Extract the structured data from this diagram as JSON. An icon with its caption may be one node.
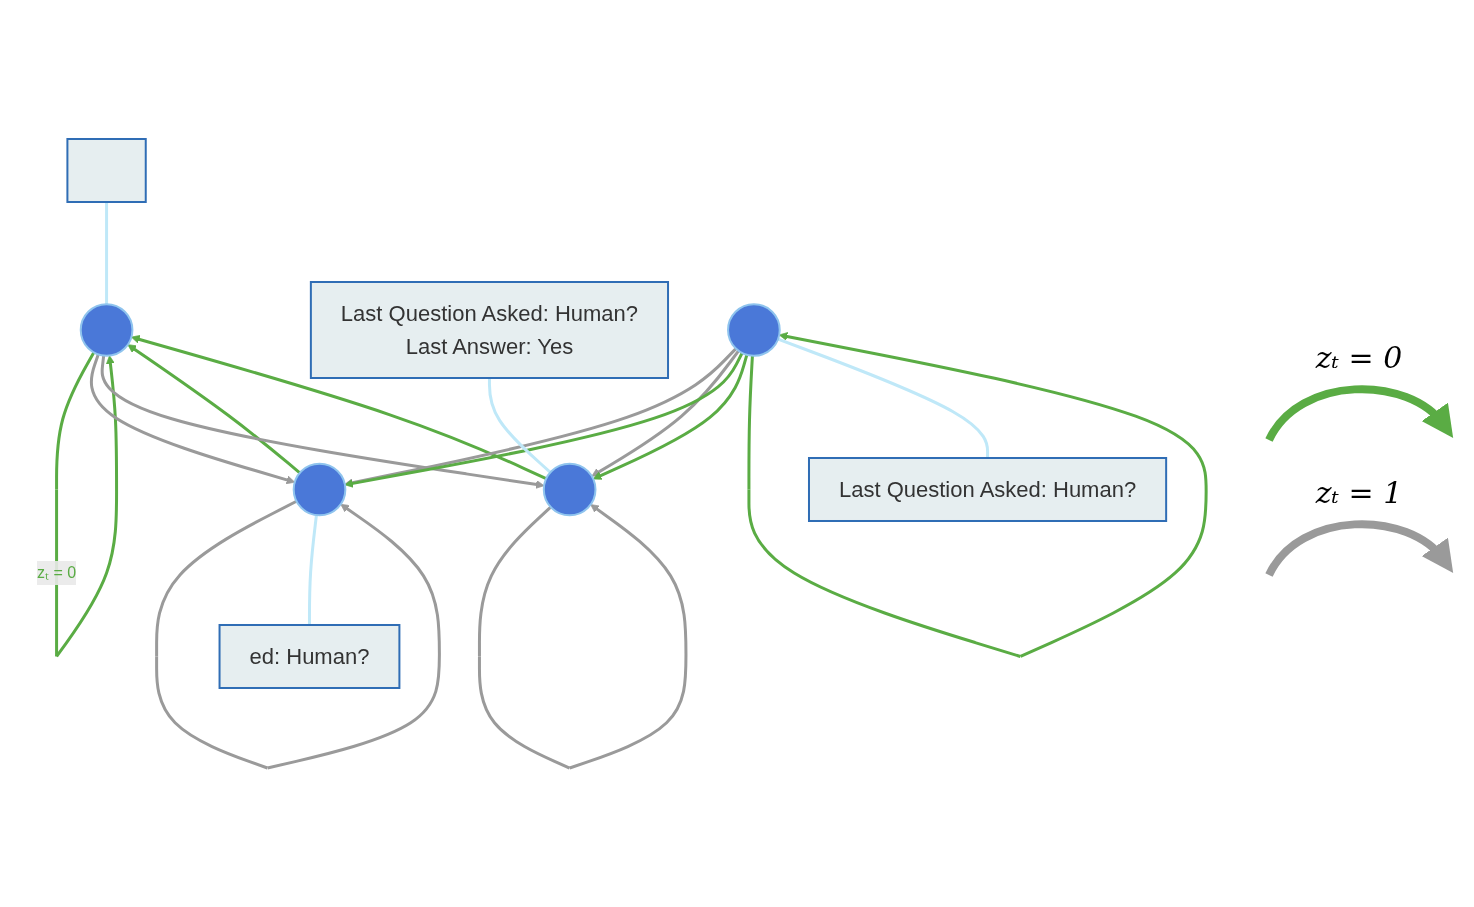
{
  "diagram": {
    "nodes": [
      {
        "text": [],
        "shape": "box"
      },
      {
        "text": [],
        "shape": "circle"
      },
      {
        "text": [
          "Last Question Asked: Human?",
          "Last Answer: Yes"
        ]
      },
      {
        "text": [],
        "shape": "circle"
      },
      {
        "text": [],
        "shape": "circle"
      },
      {
        "text": [
          "ed: Human?"
        ]
      },
      {
        "text": [],
        "shape": "circle"
      },
      {
        "text": [
          "Last Question Asked: Human?"
        ]
      }
    ],
    "edges": [
      {
        "from": 1,
        "to": 1,
        "arrow": "to",
        "label": "zₜ = 0",
        "color": "#5aac44"
      },
      {
        "from": 3,
        "to": 1,
        "arrow": "to",
        "color": "#5aac44"
      },
      {
        "from": 4,
        "to": 1,
        "arrow": "to",
        "color": "#5aac44"
      },
      {
        "from": 1,
        "to": 3,
        "arrow": "to",
        "color": "#9a9a9a"
      },
      {
        "from": 1,
        "to": 4,
        "arrow": "to",
        "color": "#9a9a9a"
      },
      {
        "from": 3,
        "to": 3,
        "arrow": "to",
        "color": "#9a9a9a"
      },
      {
        "from": 4,
        "to": 4,
        "arrow": "to",
        "color": "#9a9a9a"
      },
      {
        "from": 6,
        "to": 3,
        "arrow": "to",
        "color": "#9a9a9a"
      },
      {
        "from": 6,
        "to": 4,
        "arrow": "to",
        "color": "#9a9a9a"
      },
      {
        "from": 6,
        "to": 3,
        "arrow": "to",
        "color": "#5aac44"
      },
      {
        "from": 6,
        "to": 4,
        "arrow": "to",
        "color": "#5aac44"
      },
      {
        "from": 6,
        "to": 6,
        "arrow": "to",
        "color": "#5aac44"
      },
      {
        "from": 0,
        "to": 1,
        "arrow": "none",
        "color": "#bfe8f8"
      },
      {
        "from": 2,
        "to": 4,
        "arrow": "none",
        "color": "#bfe8f8"
      },
      {
        "from": 3,
        "to": 5,
        "arrow": "none",
        "color": "#bfe8f8"
      },
      {
        "from": 6,
        "to": 7,
        "arrow": "none",
        "color": "#bfe8f8"
      }
    ],
    "legend": [
      {
        "text": "zₜ = 0",
        "color": "#5aac44"
      },
      {
        "text": "zₜ = 1",
        "color": "#9a9a9a"
      }
    ]
  }
}
